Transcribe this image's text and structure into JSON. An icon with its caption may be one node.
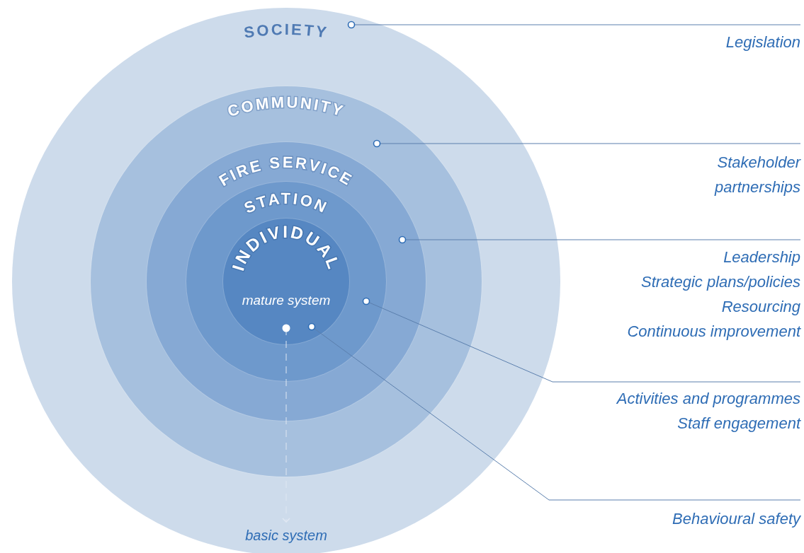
{
  "diagram": {
    "nodes": [
      {
        "text": [
          "SOCIETY"
        ]
      },
      {
        "text": [
          "COMMUNITY"
        ],
        "in": 0
      },
      {
        "text": [
          "FIRE SERVICE"
        ],
        "in": 1
      },
      {
        "text": [
          "STATION"
        ],
        "in": 2
      },
      {
        "text": [
          "INDIVIDUAL",
          "mature system"
        ],
        "in": 3
      },
      {
        "text": [
          "Legislation"
        ]
      },
      {
        "text": [
          "Stakeholder partnerships"
        ]
      },
      {
        "text": [
          "Leadership",
          "Strategic plans/policies",
          "Resourcing",
          "Continuous improvement"
        ]
      },
      {
        "text": [
          "Activities and programmes",
          "Staff engagement"
        ]
      },
      {
        "text": [
          "Behavioural safety"
        ]
      },
      {
        "text": [
          "basic system"
        ],
        "in": 0
      }
    ],
    "edges": [
      {
        "from": 5,
        "to": 0,
        "arrow": "other"
      },
      {
        "from": 6,
        "to": 1,
        "arrow": "other"
      },
      {
        "from": 7,
        "to": 2,
        "arrow": "other"
      },
      {
        "from": 8,
        "to": 3,
        "arrow": "other"
      },
      {
        "from": 9,
        "to": 4,
        "arrow": "other"
      },
      {
        "from": 4,
        "to": 10,
        "arrow": "to",
        "style": "dashed",
        "color": "#dfe7f2"
      }
    ]
  }
}
